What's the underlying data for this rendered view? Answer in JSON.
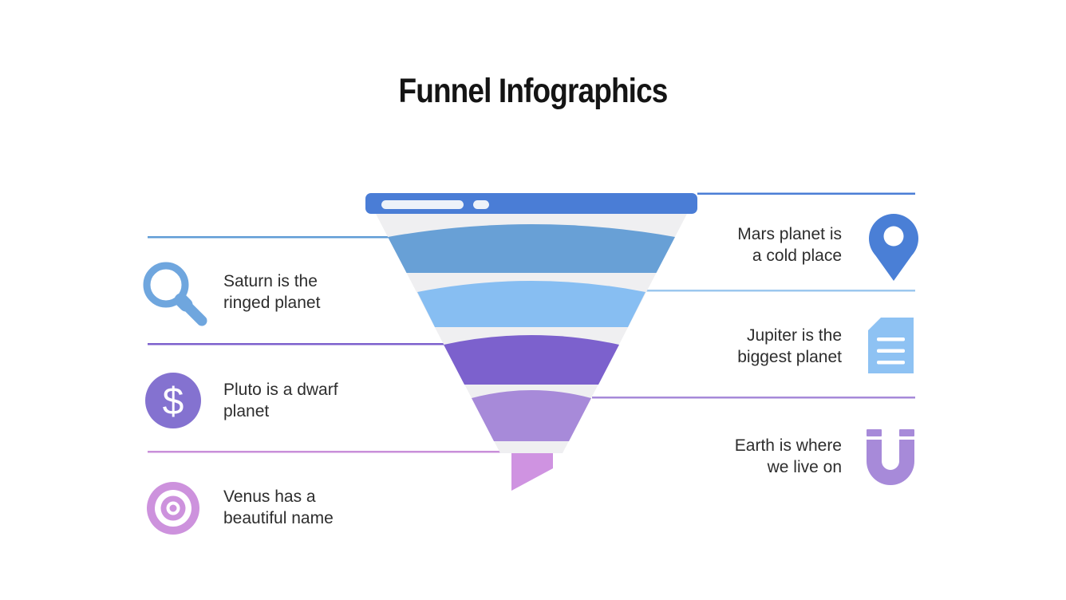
{
  "title": "Funnel Infographics",
  "funnel": {
    "bar_color": "#4a7dd6",
    "body_color": "#efeff1",
    "pill_color": "#edf2f9",
    "stages": [
      {
        "name": "stage-1",
        "color": "#68a0d6"
      },
      {
        "name": "stage-2",
        "color": "#87bef2"
      },
      {
        "name": "stage-3",
        "color": "#7c61cd"
      },
      {
        "name": "stage-4",
        "color": "#a78ad9"
      },
      {
        "name": "stage-5-spout",
        "color": "#cf93e1"
      }
    ]
  },
  "connectors": {
    "left": [
      {
        "color": "#5f9cd6"
      },
      {
        "color": "#7c61cd"
      },
      {
        "color": "#c98fd9"
      }
    ],
    "right": [
      {
        "color": "#4a7dd6"
      },
      {
        "color": "#9cc7ee"
      },
      {
        "color": "#a78ad9"
      }
    ]
  },
  "left_items": [
    {
      "icon": "magnifier-icon",
      "icon_color": "#6fa6de",
      "lines": [
        "Saturn is the",
        "ringed planet"
      ]
    },
    {
      "icon": "dollar-icon",
      "icon_color": "#8472d0",
      "glyph": "$",
      "lines": [
        "Pluto is a dwarf",
        "planet"
      ]
    },
    {
      "icon": "target-icon",
      "icon_color": "#cd92dd",
      "lines": [
        "Venus has a",
        "beautiful name"
      ]
    }
  ],
  "right_items": [
    {
      "icon": "map-pin-icon",
      "icon_color": "#4a7fd6",
      "lines": [
        "Mars planet is",
        "a cold place"
      ]
    },
    {
      "icon": "document-icon",
      "icon_color": "#8ec2f3",
      "lines": [
        "Jupiter is the",
        "biggest planet"
      ]
    },
    {
      "icon": "magnet-icon",
      "icon_color": "#a78ad9",
      "lines": [
        "Earth is where",
        "we live on"
      ]
    }
  ]
}
